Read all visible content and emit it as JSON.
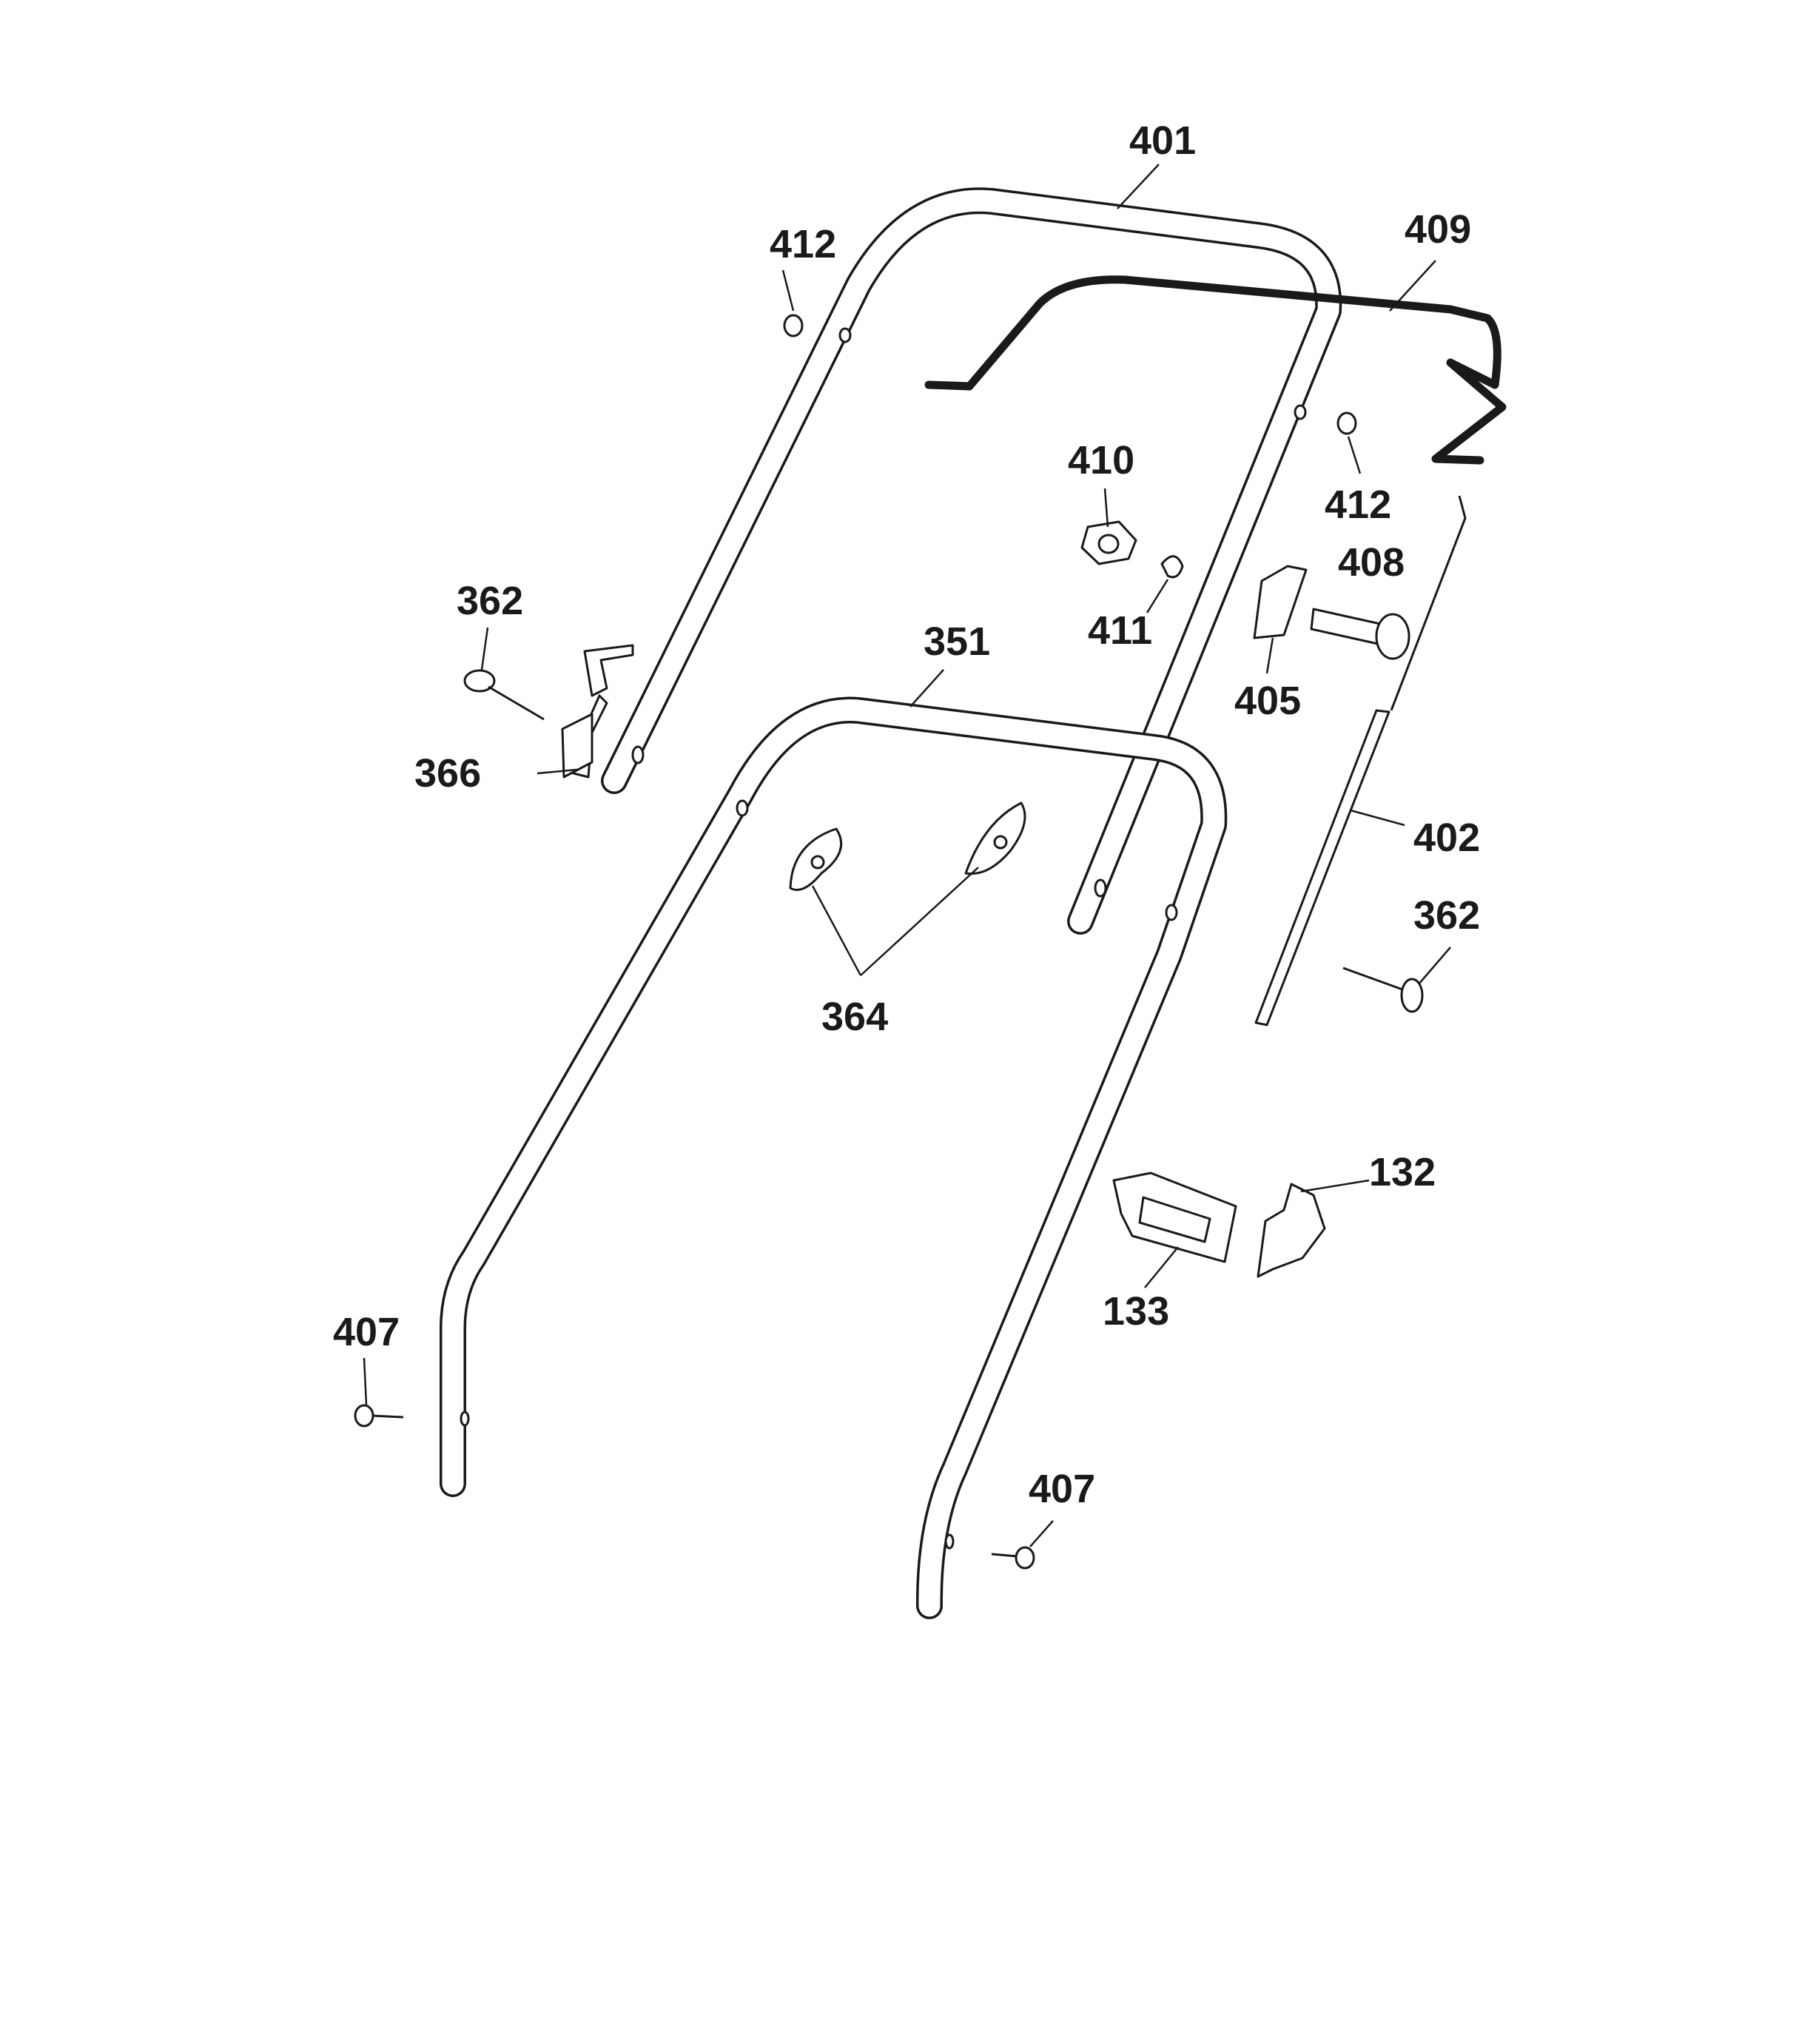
{
  "diagram": {
    "type": "exploded parts diagram",
    "parts": {
      "p401": "401",
      "p409": "409",
      "p412_top": "412",
      "p412_right": "412",
      "p410": "410",
      "p411": "411",
      "p408": "408",
      "p405": "405",
      "p362_left": "362",
      "p362_right": "362",
      "p351": "351",
      "p366": "366",
      "p402": "402",
      "p364": "364",
      "p132": "132",
      "p133": "133",
      "p407_left": "407",
      "p407_right": "407"
    }
  }
}
